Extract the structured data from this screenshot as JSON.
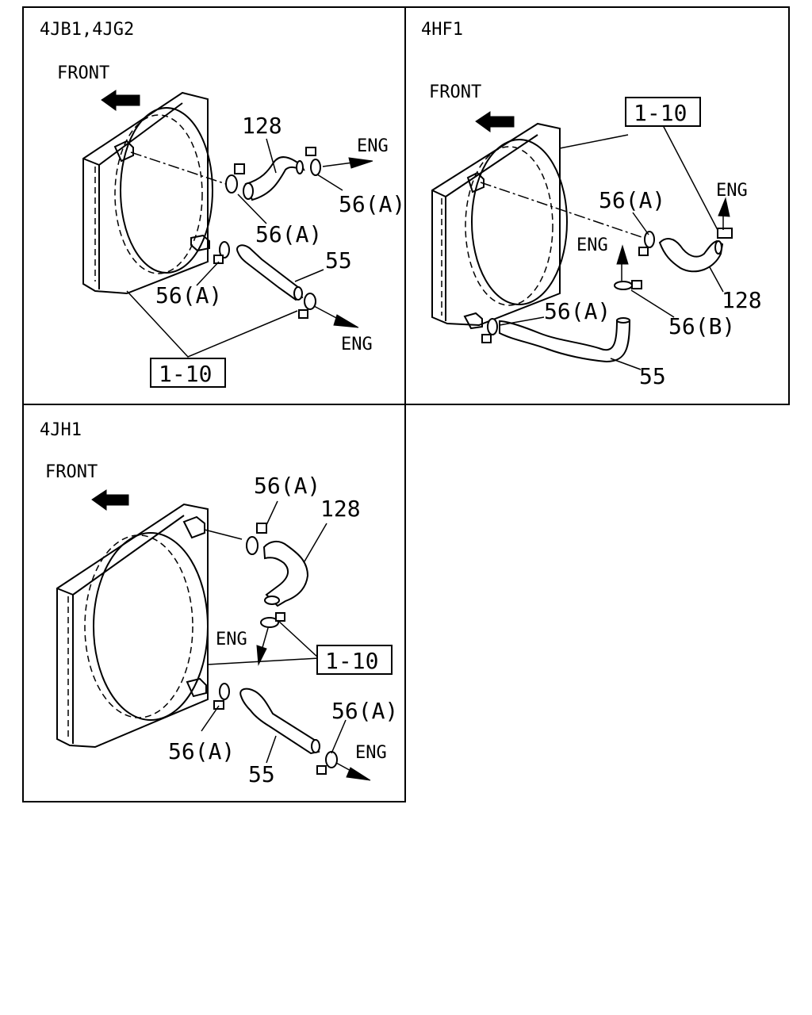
{
  "panels": [
    {
      "code": "4JB1,4JG2",
      "front": "FRONT",
      "eng": [
        "ENG",
        "ENG"
      ],
      "parts": [
        "128",
        "56(A)",
        "56(A)",
        "56(A)",
        "55"
      ],
      "ref": "1-10"
    },
    {
      "code": "4HF1",
      "front": "FRONT",
      "eng": [
        "ENG",
        "ENG"
      ],
      "parts": [
        "56(A)",
        "128",
        "56(A)",
        "56(B)",
        "55"
      ],
      "ref": "1-10"
    },
    {
      "code": "4JH1",
      "front": "FRONT",
      "eng": [
        "ENG",
        "ENG"
      ],
      "parts": [
        "56(A)",
        "128",
        "56(A)",
        "55",
        "56(A)"
      ],
      "ref": "1-10"
    }
  ]
}
